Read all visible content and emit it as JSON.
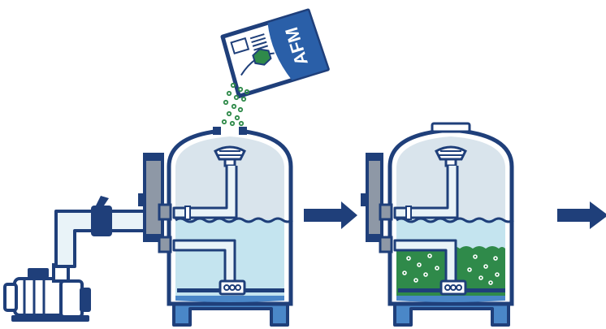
{
  "bag": {
    "label": "AFM",
    "icon": "hexagon-icon"
  },
  "colors": {
    "outline": "#1f3f7a",
    "water": "#c4e4ef",
    "air": "#d9e4ec",
    "media": "#2f8a4a",
    "tank_base": "#4a87c8",
    "arrow": "#1f3f7a",
    "pipe_fill": "#e9f3f8",
    "manifold": "#8e98a6"
  },
  "steps": [
    {
      "name": "pour-media",
      "tank_state": "water-only"
    },
    {
      "name": "filled-filter",
      "tank_state": "media-filled"
    },
    {
      "name": "next-step",
      "tank_state": "cut-off"
    }
  ],
  "icons": [
    "pump-icon",
    "arrow-right-icon",
    "nozzle-icon",
    "lateral-icon"
  ]
}
